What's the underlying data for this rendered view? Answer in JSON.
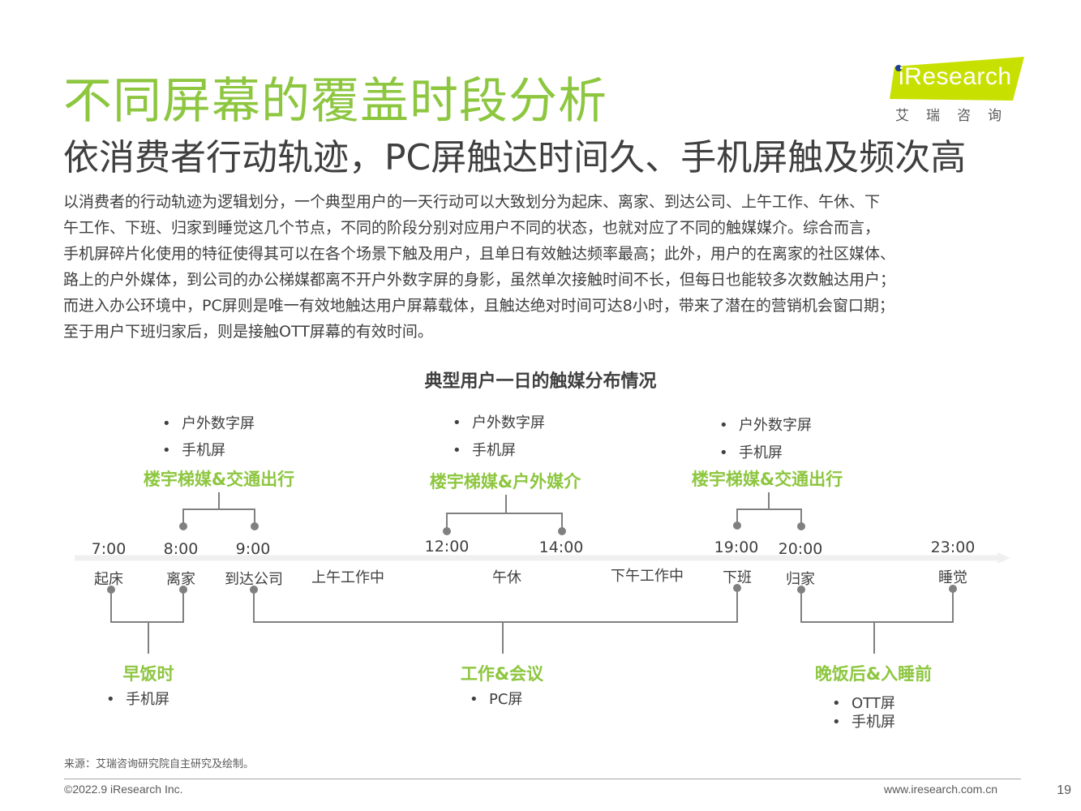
{
  "header": {
    "title": "不同屏幕的覆盖时段分析",
    "subtitle": "依消费者行动轨迹，PC屏触达时间久、手机屏触及频次高",
    "logo_text": "iResearch",
    "logo_cn": "艾瑞咨询",
    "logo_color": "#c8e000"
  },
  "body_lines": [
    "以消费者的行动轨迹为逻辑划分，一个典型用户的一天行动可以大致划分为起床、离家、到达公司、上午工作、午休、下",
    "午工作、下班、归家到睡觉这几个节点，不同的阶段分别对应用户不同的状态，也就对应了不同的触媒媒介。综合而言，",
    "手机屏碎片化使用的特征使得其可以在各个场景下触及用户，且单日有效触达频率最高；此外，用户的在离家的社区媒体、",
    "路上的户外媒体，到公司的办公梯媒都离不开户外数字屏的身影，虽然单次接触时间不长，但每日也能较多次数触达用户；",
    "而进入办公环境中，PC屏则是唯一有效地触达用户屏幕载体，且触达绝对时间可达8小时，带来了潜在的营销机会窗口期；",
    "至于用户下班归家后，则是接触OTT屏幕的有效时间。"
  ],
  "diagram": {
    "title": "典型用户一日的触媒分布情况",
    "accent_color": "#8dc63f",
    "top_groups": [
      {
        "label": "楼宇梯媒&交通出行",
        "bullets": [
          "户外数字屏",
          "手机屏"
        ]
      },
      {
        "label": "楼宇梯媒&户外媒介",
        "bullets": [
          "户外数字屏",
          "手机屏"
        ]
      },
      {
        "label": "楼宇梯媒&交通出行",
        "bullets": [
          "户外数字屏",
          "手机屏"
        ]
      }
    ],
    "times": [
      "7:00",
      "8:00",
      "9:00",
      "12:00",
      "14:00",
      "19:00",
      "20:00",
      "23:00"
    ],
    "nodes": [
      "起床",
      "离家",
      "到达公司",
      "下班",
      "归家",
      "睡觉"
    ],
    "between_labels": [
      "上午工作中",
      "午休",
      "下午工作中"
    ],
    "bottom_groups": [
      {
        "label": "早饭时",
        "bullets": [
          "手机屏"
        ]
      },
      {
        "label": "工作&会议",
        "bullets": [
          "PC屏"
        ]
      },
      {
        "label": "晚饭后&入睡前",
        "bullets": [
          "OTT屏",
          "手机屏"
        ]
      }
    ],
    "bullet_char": "•"
  },
  "footer": {
    "source": "来源：艾瑞咨询研究院自主研究及绘制。",
    "copyright": "©2022.9 iResearch Inc.",
    "site": "www.iresearch.com.cn",
    "page": "19"
  }
}
